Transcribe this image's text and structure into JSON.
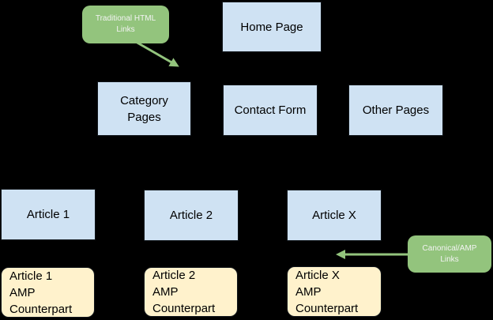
{
  "diagram": {
    "background": "#000000",
    "nodes": {
      "home": {
        "label": "Home Page"
      },
      "category": {
        "label": "Category\nPages"
      },
      "contact": {
        "label": "Contact Form"
      },
      "other": {
        "label": "Other Pages"
      },
      "article1": {
        "label": "Article 1"
      },
      "article2": {
        "label": "Article 2"
      },
      "articleX": {
        "label": "Article X"
      },
      "amp1": {
        "label": "Article 1\nAMP\nCounterpart"
      },
      "amp2": {
        "label": "Article 2\nAMP\nCounterpart"
      },
      "ampX": {
        "label": "Article X\nAMP\nCounterpart"
      }
    },
    "annotations": {
      "traditional": {
        "label": "Traditional HTML\nLinks"
      },
      "canonical": {
        "label": "Canonical/AMP\nLinks"
      }
    },
    "colors": {
      "page_node_fill": "#cfe2f3",
      "amp_node_fill": "#fff2cc",
      "annotation_fill": "#93c47d",
      "arrow": "#93c47d",
      "node_text": "#000000",
      "annotation_text": "#f3f3f3"
    }
  }
}
